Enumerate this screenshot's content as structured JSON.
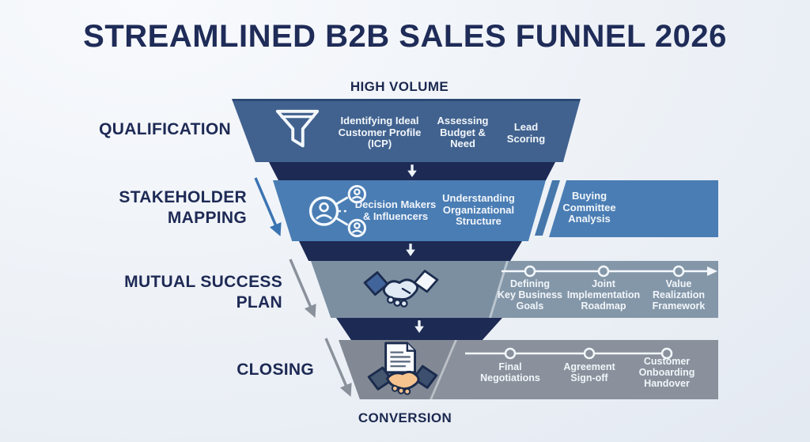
{
  "title": "STREAMLINED B2B SALES FUNNEL 2026",
  "funnel": {
    "top_label": "HIGH VOLUME",
    "bottom_label": "CONVERSION"
  },
  "stages": [
    {
      "label": "QUALIFICATION",
      "icon": "funnel-icon",
      "items": [
        "Identifying Ideal\nCustomer Profile\n(ICP)",
        "Assessing\nBudget &\nNeed",
        "Lead\nScoring"
      ]
    },
    {
      "label": "STAKEHOLDER\nMAPPING",
      "icon": "network-people-icon",
      "items": [
        "Decision Makers\n& Influencers",
        "Understanding\nOrganizational\nStructure",
        "Buying\nCommittee\nAnalysis"
      ]
    },
    {
      "label": "MUTUAL SUCCESS\nPLAN",
      "icon": "handshake-icon",
      "items": [
        "Defining\nKey Business\nGoals",
        "Joint\nImplementation\nRoadmap",
        "Value\nRealization\nFramework"
      ]
    },
    {
      "label": "CLOSING",
      "icon": "contract-handshake-icon",
      "items": [
        "Final\nNegotiations",
        "Agreement\nSign-off",
        "Customer\nOnboarding\nHandover"
      ]
    }
  ],
  "colors": {
    "title_navy": "#1f2c58",
    "stage1_fill": "#41628f",
    "stage2_fill": "#4a7db4",
    "stage3_fill": "#7b8fa1",
    "stage3_light": "#8497a9",
    "stage4_fill": "#828995",
    "stage4_light": "#8a919c",
    "connector_navy": "#1d2a54",
    "arrow_blue": "#3b74b2",
    "arrow_gray": "#8a919b",
    "stage_text": "#f2f6fa"
  }
}
